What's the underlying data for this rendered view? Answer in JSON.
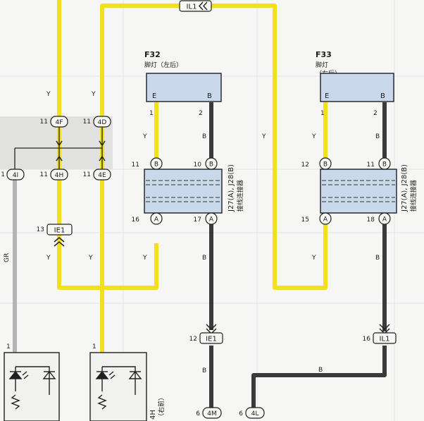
{
  "colors": {
    "yellow_wire": "#f2e01e",
    "black_wire": "#3a3a3a",
    "gray_wire": "#b4b4b4",
    "connector_fill": "#c9d8ea",
    "grid_line": "#dfe6ee",
    "shade": "#d9d9d9"
  },
  "components": {
    "f32": {
      "id": "F32",
      "name": "脚灯（左后）",
      "pin_e": "E",
      "pin_b": "B"
    },
    "f33": {
      "id": "F33",
      "name": "脚灯",
      "sub": "（右后）",
      "pin_e": "E",
      "pin_b": "B"
    }
  },
  "junctions": {
    "left": {
      "label": "J27(A), J28(B)",
      "name": "接线连接器"
    },
    "right": {
      "label": "J27(A), J28(B)",
      "name": "接线连接器"
    }
  },
  "top_connector": "IL1",
  "mid_connector": {
    "pin": "13",
    "label": "IE1"
  },
  "bottom_connectors": [
    {
      "pin": "12",
      "label": "IE1"
    },
    {
      "pin": "16",
      "label": "IL1"
    }
  ],
  "ground_connectors": [
    {
      "pin": "6",
      "label": "4M"
    },
    {
      "pin": "6",
      "label": "4L"
    }
  ],
  "left_pins": [
    {
      "pin": "11",
      "label": "4F"
    },
    {
      "pin": "11",
      "label": "4D"
    },
    {
      "pin": "1",
      "label": "4I"
    },
    {
      "pin": "11",
      "label": "4H"
    },
    {
      "pin": "11",
      "label": "4E"
    }
  ],
  "pin_numbers": {
    "f32_e": "1",
    "f32_b": "2",
    "f33_e": "1",
    "f33_b": "2",
    "jl_b1": "11",
    "jl_b2": "10",
    "jl_a1": "16",
    "jl_a2": "17",
    "jr_b1": "12",
    "jr_b2": "11",
    "jr_a1": "15",
    "jr_a2": "18",
    "comp1": "1",
    "comp2": "1"
  },
  "pin_letters": {
    "b": "B",
    "a": "A"
  },
  "wire_letters": {
    "yellow": "Y",
    "black": "B",
    "gray": "GR"
  },
  "bottom_fragment": "4H",
  "bottom_fragment_sub": "（右前）"
}
